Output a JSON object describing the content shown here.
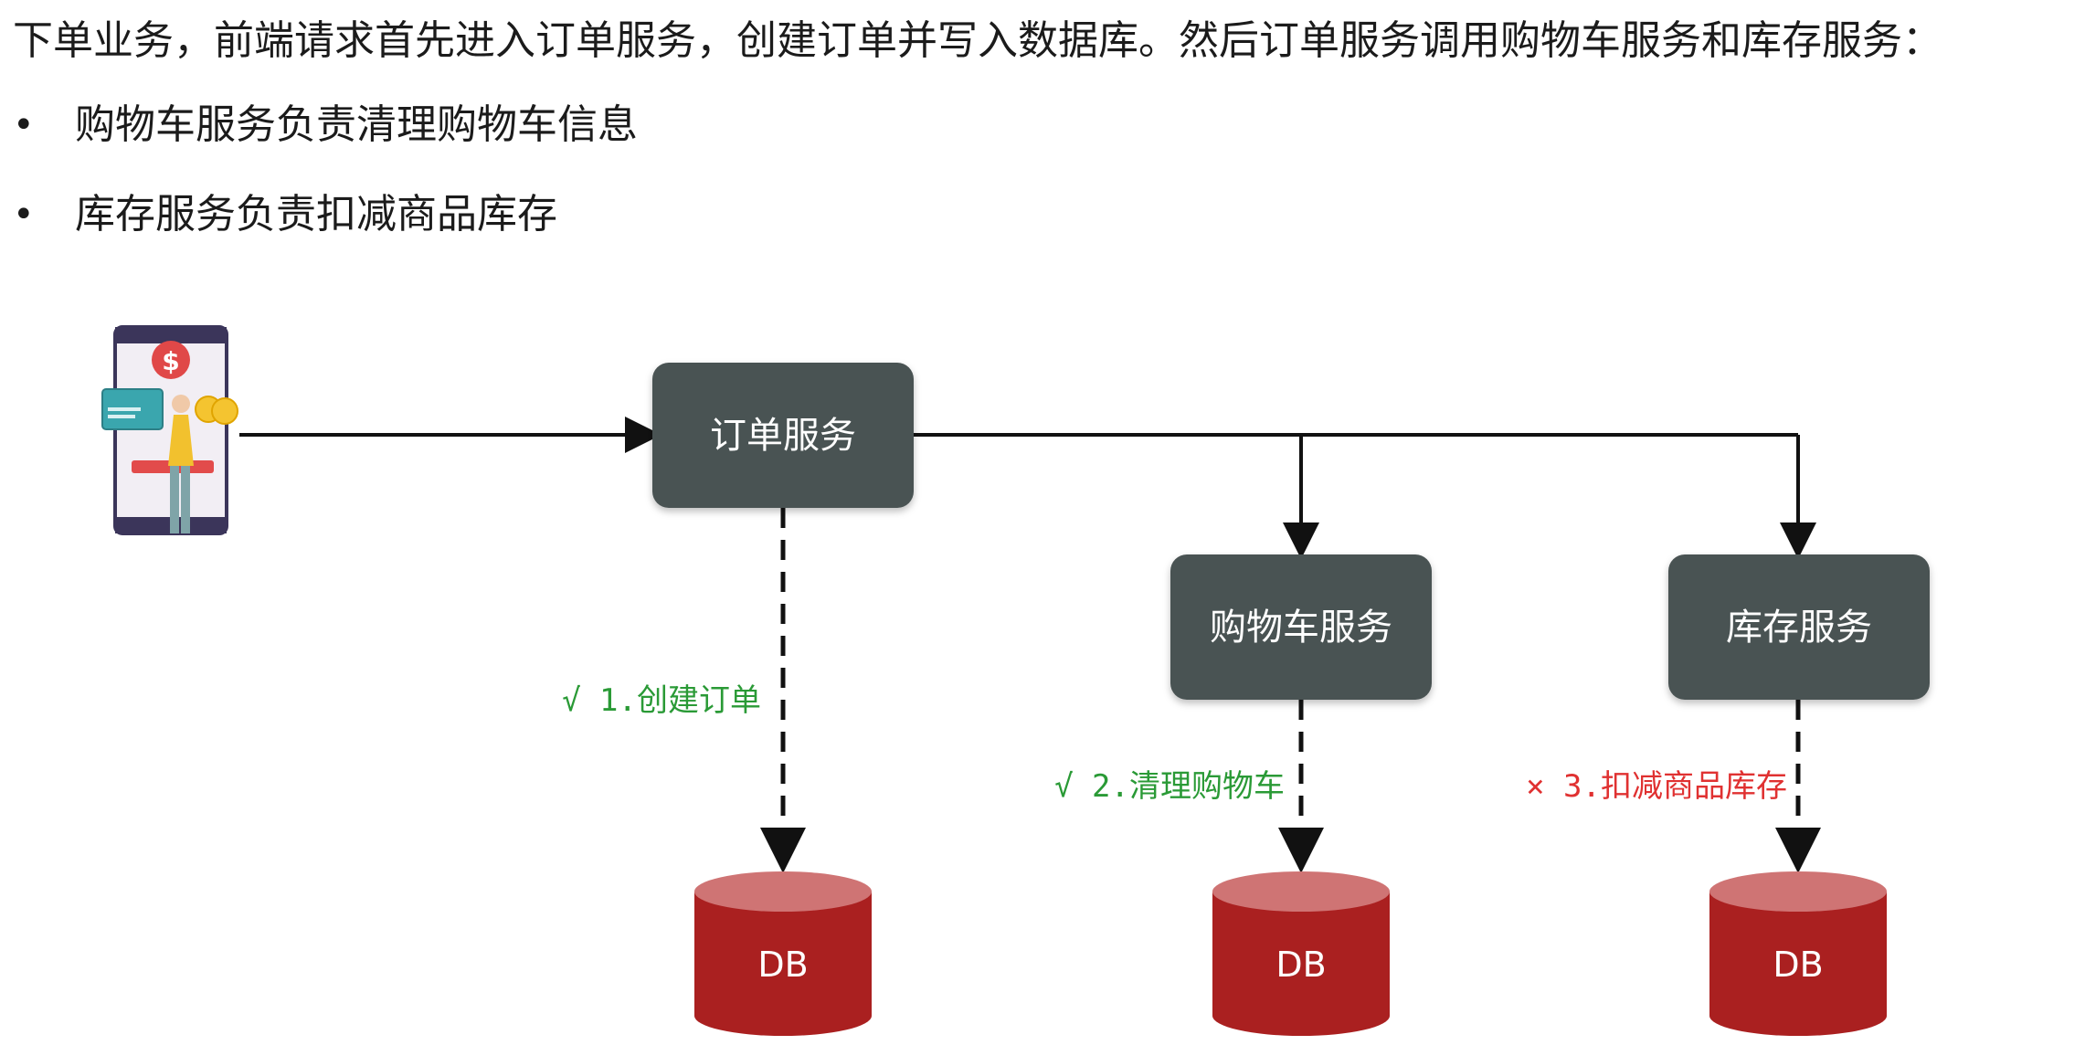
{
  "intro": {
    "text": "下单业务，前端请求首先进入订单服务，创建订单并写入数据库。然后订单服务调用购物车服务和库存服务："
  },
  "bullets": [
    {
      "marker": "•",
      "text": "购物车服务负责清理购物车信息"
    },
    {
      "marker": "•",
      "text": "库存服务负责扣减商品库存"
    }
  ],
  "diagram": {
    "client_icon": "mobile-payment-user-icon",
    "client_icon_symbol": "$",
    "services": {
      "order": {
        "label": "订单服务"
      },
      "cart": {
        "label": "购物车服务"
      },
      "stock": {
        "label": "库存服务"
      }
    },
    "databases": {
      "order": {
        "label": "DB"
      },
      "cart": {
        "label": "DB"
      },
      "stock": {
        "label": "DB"
      }
    },
    "steps": [
      {
        "text": "√ 1.创建订单",
        "status": "success",
        "color": "#2a9a36"
      },
      {
        "text": "√ 2.清理购物车",
        "status": "success",
        "color": "#2a9a36"
      },
      {
        "text": "× 3.扣减商品库存",
        "status": "failure",
        "color": "#e03131"
      }
    ]
  },
  "colors": {
    "service_box": "#495252",
    "database_body": "#aa2020",
    "database_top": "#cf7474",
    "arrow": "#111111"
  }
}
